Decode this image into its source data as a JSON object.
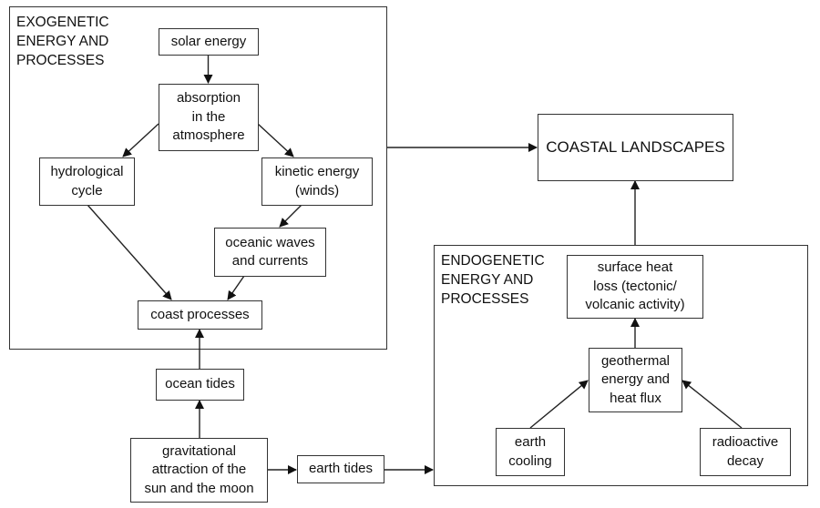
{
  "diagram": {
    "regions": {
      "exogenetic": {
        "label": "EXOGENETIC\nENERGY AND\nPROCESSES"
      },
      "endogenetic": {
        "label": "ENDOGENETIC\nENERGY AND\nPROCESSES"
      }
    },
    "nodes": {
      "solar_energy": "solar energy",
      "absorption": "absorption\nin the\natmosphere",
      "hydrological_cycle": "hydrological\ncycle",
      "kinetic_energy": "kinetic energy\n(winds)",
      "oceanic_waves": "oceanic waves\nand currents",
      "coast_processes": "coast processes",
      "ocean_tides": "ocean tides",
      "gravitational_attraction": "gravitational\nattraction of the\nsun and the moon",
      "earth_tides": "earth tides",
      "coastal_landscapes": "COASTAL LANDSCAPES",
      "surface_heat_loss": "surface heat\nloss (tectonic/\nvolcanic activity)",
      "geothermal_energy": "geothermal\nenergy and\nheat flux",
      "earth_cooling": "earth\ncooling",
      "radioactive_decay": "radioactive\ndecay"
    },
    "edges": [
      {
        "from": "solar_energy",
        "to": "absorption"
      },
      {
        "from": "absorption",
        "to": "hydrological_cycle"
      },
      {
        "from": "absorption",
        "to": "kinetic_energy"
      },
      {
        "from": "kinetic_energy",
        "to": "oceanic_waves"
      },
      {
        "from": "hydrological_cycle",
        "to": "coast_processes"
      },
      {
        "from": "oceanic_waves",
        "to": "coast_processes"
      },
      {
        "from": "ocean_tides",
        "to": "coast_processes"
      },
      {
        "from": "gravitational_attraction",
        "to": "ocean_tides"
      },
      {
        "from": "gravitational_attraction",
        "to": "earth_tides"
      },
      {
        "from": "earth_tides",
        "to": "endogenetic"
      },
      {
        "from": "exogenetic",
        "to": "coastal_landscapes"
      },
      {
        "from": "endogenetic",
        "to": "coastal_landscapes"
      },
      {
        "from": "geothermal_energy",
        "to": "surface_heat_loss"
      },
      {
        "from": "earth_cooling",
        "to": "geothermal_energy"
      },
      {
        "from": "radioactive_decay",
        "to": "geothermal_energy"
      }
    ],
    "colors": {
      "line": "#222222",
      "border": "#333333",
      "text": "#111111",
      "background": "#ffffff"
    }
  }
}
